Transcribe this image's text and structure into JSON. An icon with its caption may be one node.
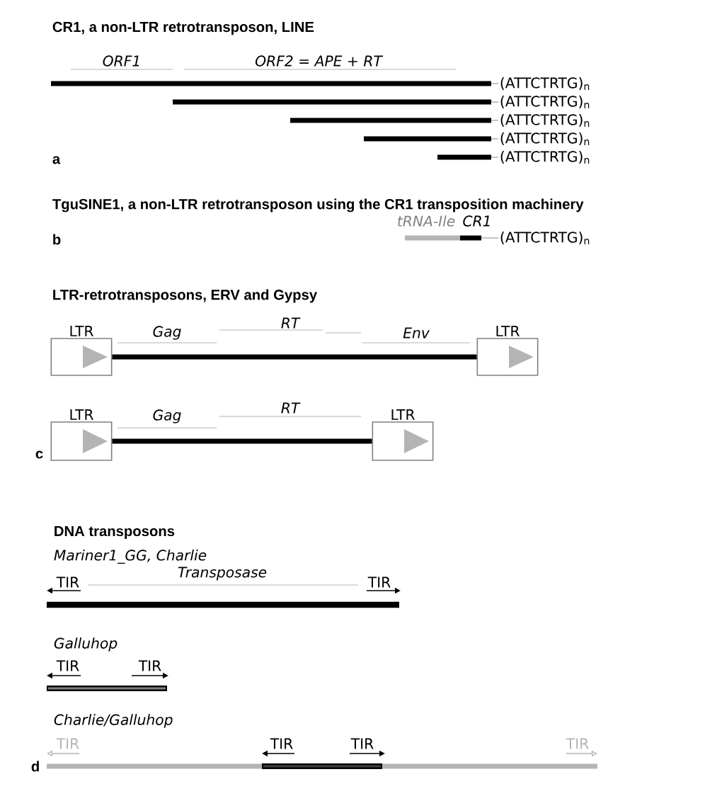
{
  "diagram": {
    "nodes": [
      {
        "text": [
          "LTR"
        ]
      },
      {
        "text": [
          "LTR"
        ]
      },
      {
        "text": [
          "LTR"
        ]
      },
      {
        "text": [
          "LTR"
        ]
      }
    ],
    "edges": [
      {
        "from": 0,
        "to": 1,
        "arrow": "none"
      },
      {
        "from": 2,
        "to": 3,
        "arrow": "none"
      }
    ],
    "labels": [
      "CR1, a non-LTR retrotransposon, LINE",
      "ORF1",
      "ORF2 = APE + RT",
      "(ATTCTRTG)$_{n}$",
      "(ATTCTRTG)$_{n}$",
      "(ATTCTRTG)$_{n}$",
      "(ATTCTRTG)$_{n}$",
      "(ATTCTRTG)$_{n}$",
      "a",
      "TguSINE1, a non-LTR retrotransposon using the CR1 transposition machinery",
      "tRNA-Ile",
      "CR1",
      "b",
      "(ATTCTRTG)$_{n}$",
      "LTR-retrotransposons, ERV and Gypsy",
      "Gag",
      "RT",
      "Env",
      "Gag",
      "RT",
      "c",
      "DNA transposons",
      "Mariner1_GG, Charlie",
      "TIR",
      "Transposase",
      "TIR",
      "Galluhop",
      "TIR",
      "TIR",
      "Charlie/Galluhop",
      "TIR",
      "TIR",
      "TIR",
      "TIR",
      "d"
    ]
  }
}
